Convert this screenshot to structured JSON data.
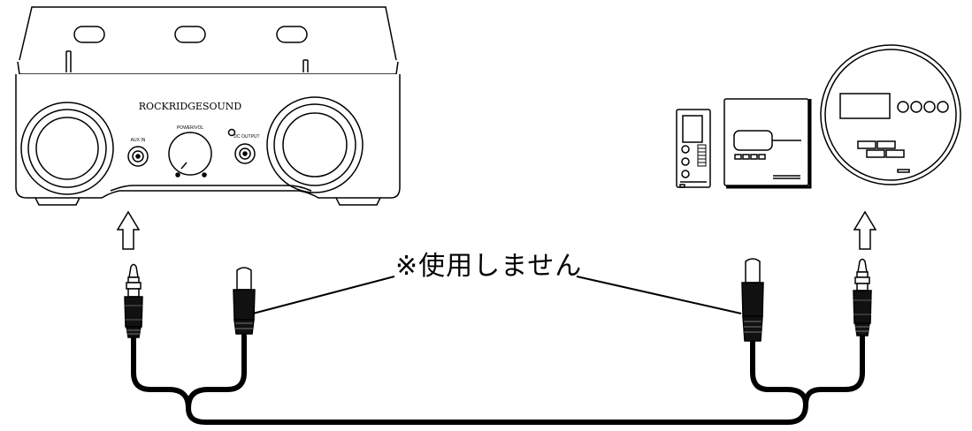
{
  "speaker": {
    "brand": "ROCKRIDGESOUND",
    "aux_label": "AUX IN",
    "power_label": "POWER/VOL",
    "dc_label": "DC OUTPUT"
  },
  "note": "※使用しません",
  "colors": {
    "line": "#000000",
    "fill": "#ffffff",
    "gray": "#cccccc",
    "body": "#eeeeee"
  }
}
